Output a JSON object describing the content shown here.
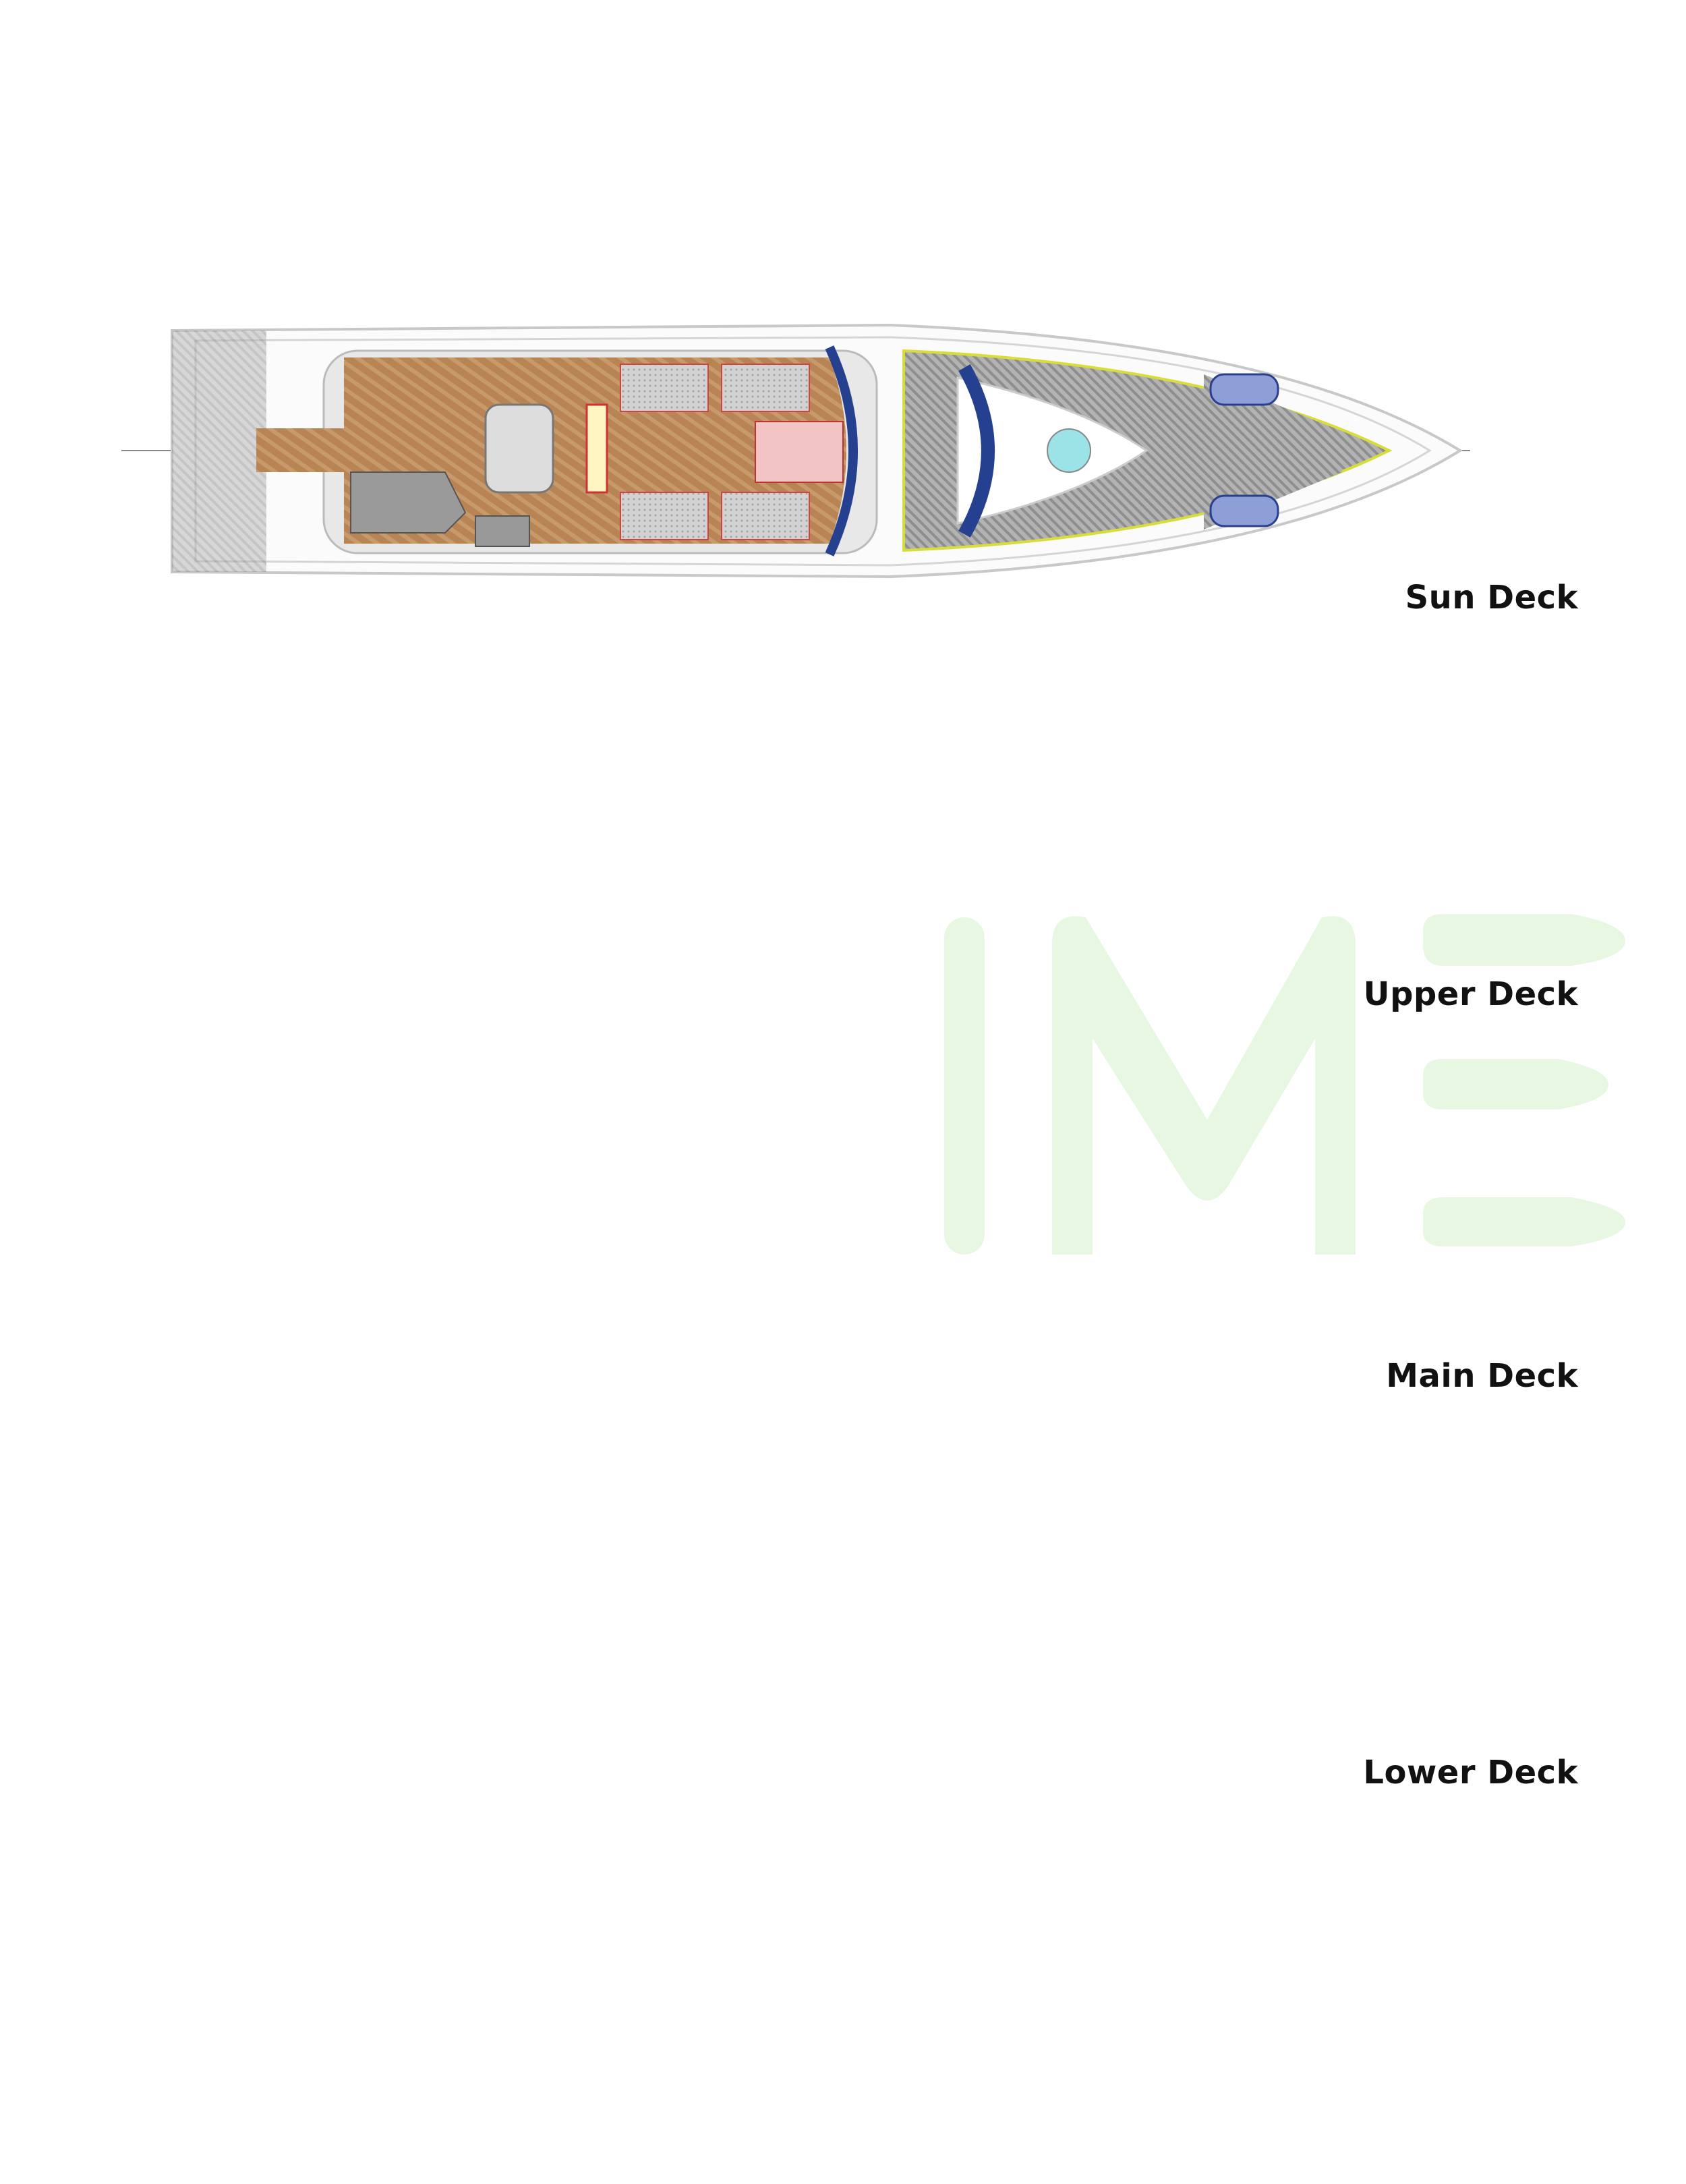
{
  "decks": [
    {
      "id": "sun",
      "label": "Sun Deck"
    },
    {
      "id": "upper",
      "label": "Upper Deck"
    },
    {
      "id": "main",
      "label": "Main Deck"
    },
    {
      "id": "lower",
      "label": "Lower Deck"
    }
  ],
  "watermark": {
    "text": "IME",
    "color": "#dff3d6"
  },
  "colors": {
    "teak": "#b88453",
    "grey_deck": "#a9a9a9",
    "carpet": "#cfcfcf",
    "glass_blue": "#24408f",
    "pool": "#9be3e6",
    "jetski": "#8d9fd6",
    "hull_line": "#c9c9c9"
  }
}
